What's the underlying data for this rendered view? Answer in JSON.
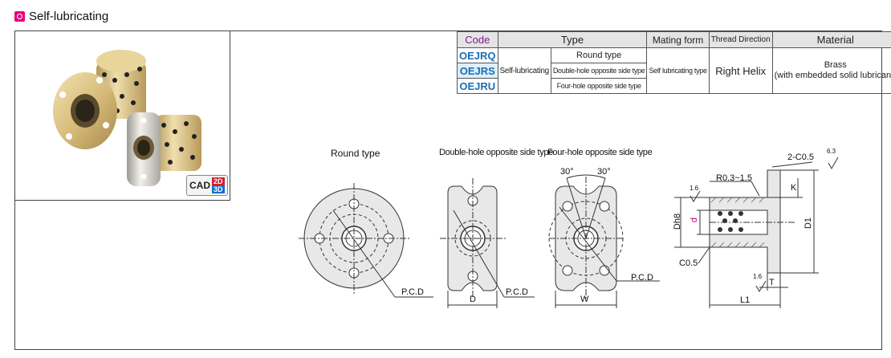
{
  "header": {
    "title": "Self-lubricating"
  },
  "cad": {
    "label": "CAD",
    "tag_2d": "2D",
    "tag_3d": "3D"
  },
  "table": {
    "headers": {
      "code": "Code",
      "type": "Type",
      "mating": "Mating form",
      "thread": "Thread Direction",
      "material": "Material"
    },
    "codes": [
      "OEJRQ",
      "OEJRS",
      "OEJRU"
    ],
    "type_group": "Self-lubricating",
    "types": [
      "Round type",
      "Double-hole opposite side type",
      "Four-hole opposite side type"
    ],
    "mating": "Self lubricating type",
    "thread": "Right Helix",
    "material_line1": "Brass",
    "material_line2": "(with embedded solid lubricant)"
  },
  "drawings": {
    "round_title": "Round type",
    "double_title": "Double-hole opposite side type",
    "four_title": "Four-hole opposite side type",
    "pcd": "P.C.D",
    "dim_d": "D",
    "dim_w": "W",
    "angle": "30°",
    "section": {
      "chamfer_top": "2-C0.5",
      "radius": "R0.3~1.5",
      "k": "K",
      "dh8": "Dh8",
      "d": "d",
      "d1": "D1",
      "c05": "C0.5",
      "t": "T",
      "l1": "L1",
      "finish_a": "6.3",
      "finish_b": "1.6",
      "finish_c": "1.6"
    }
  }
}
